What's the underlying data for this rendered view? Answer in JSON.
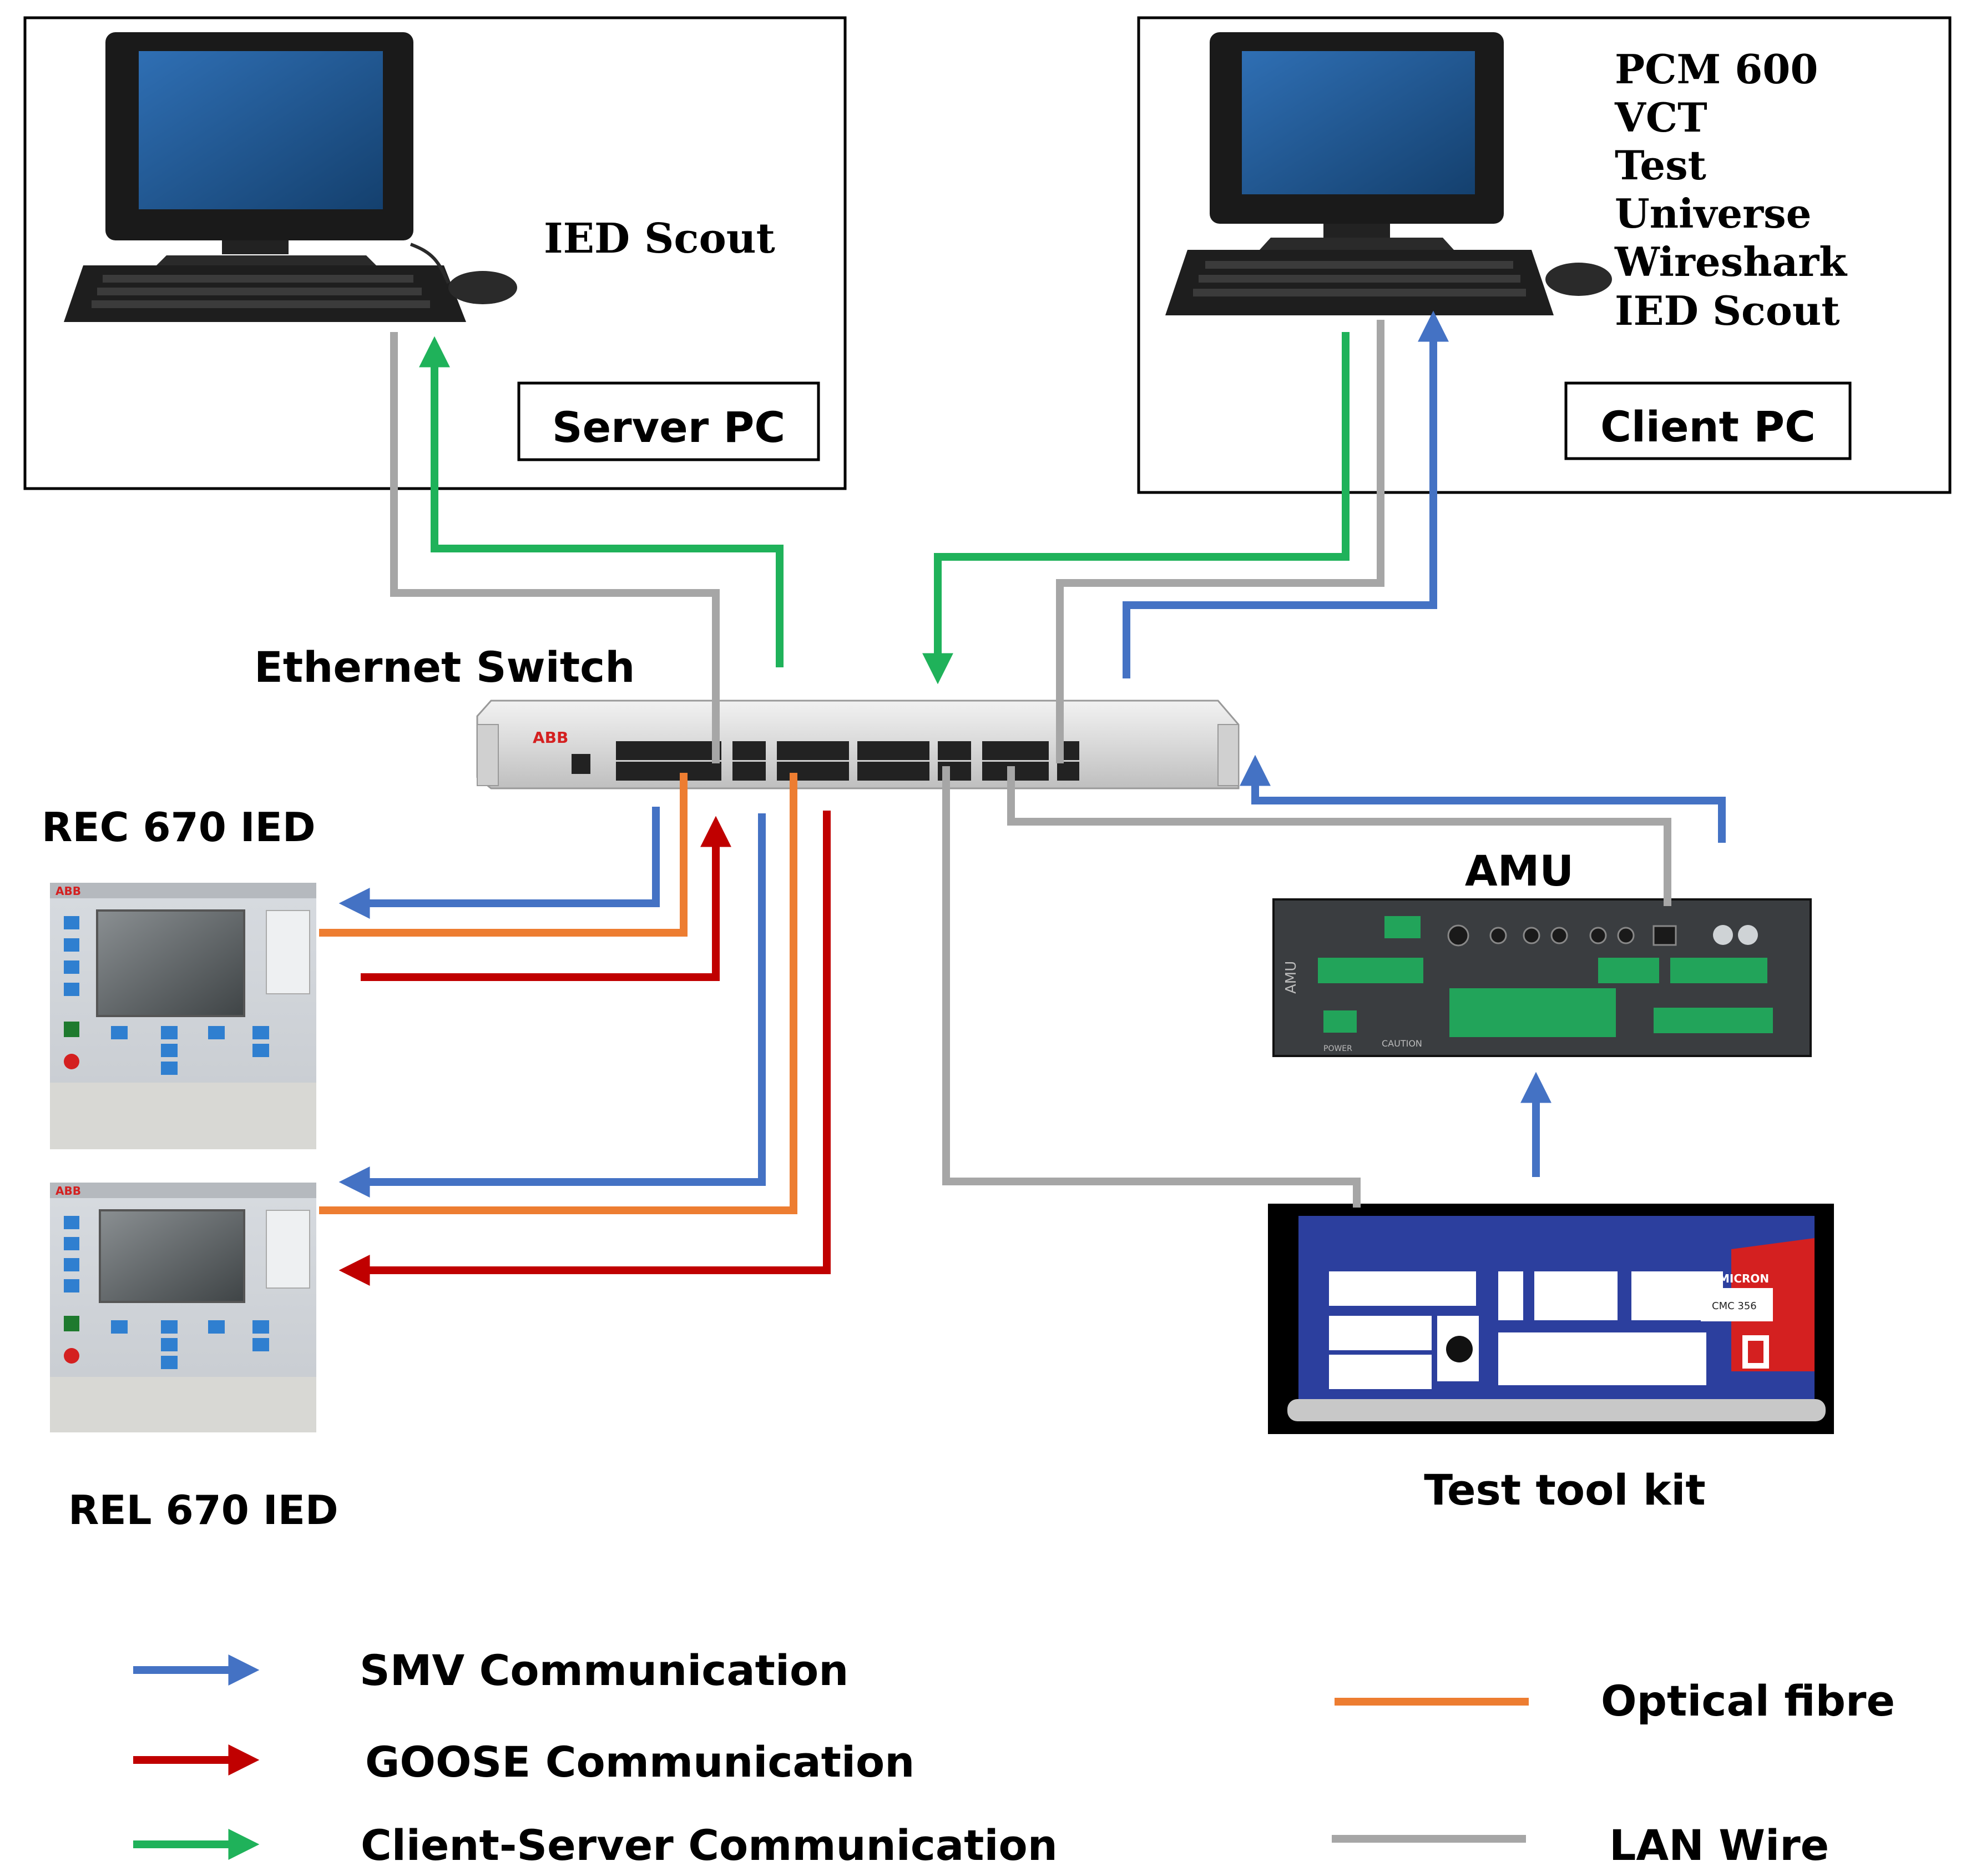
{
  "colors": {
    "smv": "#4472C4",
    "goose": "#C00000",
    "client_server": "#1FB25A",
    "optical_fibre": "#ED7D31",
    "lan_wire": "#A6A6A6"
  },
  "server_pc": {
    "software": "IED Scout",
    "label": "Server PC"
  },
  "client_pc": {
    "software": [
      "PCM 600",
      "VCT",
      "Test",
      "Universe",
      "Wireshark",
      "IED Scout"
    ],
    "label": "Client PC"
  },
  "switch": {
    "label": "Ethernet Switch",
    "brand": "ABB"
  },
  "rec_ied": {
    "label": "REC 670 IED",
    "brand": "ABB"
  },
  "rel_ied": {
    "label": "REL 670 IED",
    "brand": "ABB"
  },
  "amu": {
    "label": "AMU",
    "side_text": "AMU",
    "caution": "CAUTION",
    "power": "POWER"
  },
  "test_kit": {
    "label": "Test tool kit",
    "brand": "OMICRON",
    "model": "CMC 356"
  },
  "legend": {
    "smv": "SMV Communication",
    "goose": "GOOSE Communication",
    "client_server": "Client-Server Communication",
    "optical_fibre": "Optical fibre",
    "lan_wire": "LAN Wire"
  }
}
